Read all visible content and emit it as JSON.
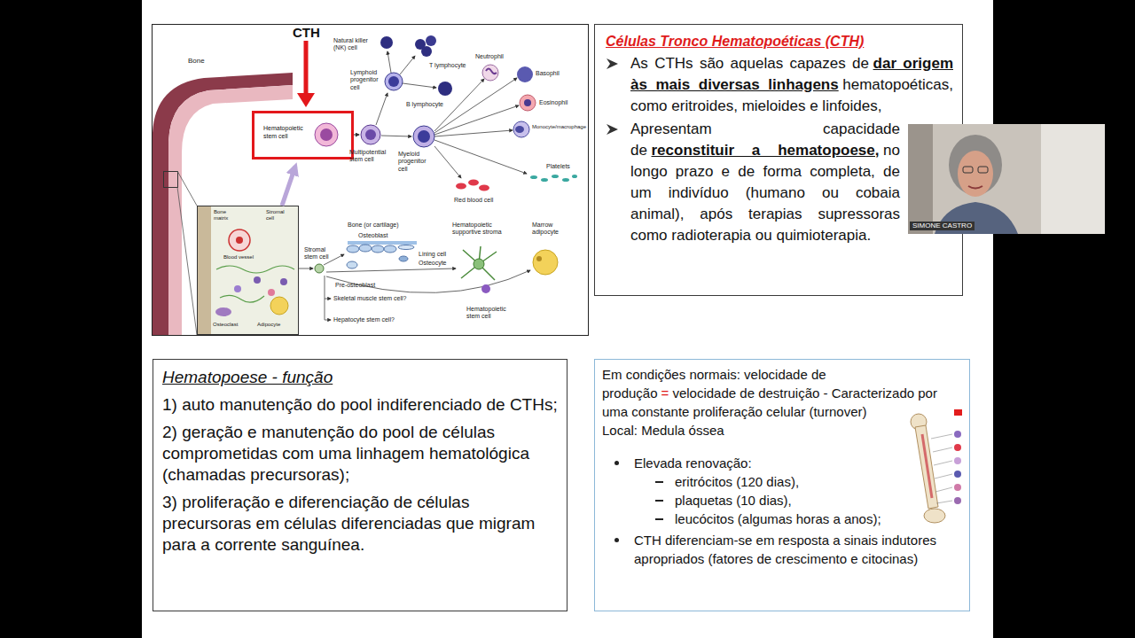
{
  "diagram": {
    "nodes": [
      {
        "text": [
          "Hematopoietic stem cell"
        ]
      },
      {
        "text": [
          "Células Tronco Hematopoéticas (CTH)",
          "As CTHs são aquelas capazes de",
          "dar origem às mais diversas linhagens",
          "hematopoéticas, como eritroides, mieloides e linfoides,",
          "Apresentam capacidade de",
          "reconstituir a hematopoese,",
          "no longo prazo e de forma completa, de um indivíduo (humano ou cobaia animal), após terapias supressoras como radioterapia ou quimioterapia."
        ]
      },
      {
        "text": [
          "Hematopoese - função",
          "1) auto manutenção do pool indiferenciado de CTHs;",
          "2) geração e manutenção do pool de células comprometidas com uma linhagem hematológica (chamadas precursoras);",
          "3) proliferação e diferenciação de células precursoras em células diferenciadas que migram para a corrente sanguínea."
        ]
      },
      {
        "text": [
          "Em condições normais: velocidade de produção",
          "=",
          "velocidade de destruição - Caracterizado por uma constante proliferação celular (turnover)",
          "Local: Medula óssea",
          "Elevada renovação:",
          "eritrócitos (120 dias),",
          "plaquetas (10 dias),",
          "leucócitos (algumas horas a anos);",
          "CTH diferenciam-se em resposta a sinais indutores apropriados (fatores de crescimento e citocinas)"
        ]
      }
    ],
    "labels": [
      "CTH",
      "Bone",
      "Natural killer (NK) cell",
      "Lymphoid progenitor cell",
      "T lymphocyte",
      "B lymphocyte",
      "Multipotential stem cell",
      "Myeloid progenitor cell",
      "Neutrophil",
      "Basophil",
      "Eosinophil",
      "Monocyte/macrophage",
      "Platelets",
      "Red blood cell",
      "Bone matrix",
      "Stromal cell",
      "Blood vessel",
      "Adipocyte",
      "Osteoclast",
      "Stromal stem cell",
      "Bone (or cartilage)",
      "Osteoblast",
      "Lining cell",
      "Pre-osteoblast",
      "Osteocyte",
      "Hematopoietic supportive stroma",
      "Hematopoietic stem cell",
      "Marrow adipocyte",
      "Skeletal muscle stem cell?",
      "Hepatocyte stem cell?",
      "SIMONE CASTRO"
    ]
  }
}
